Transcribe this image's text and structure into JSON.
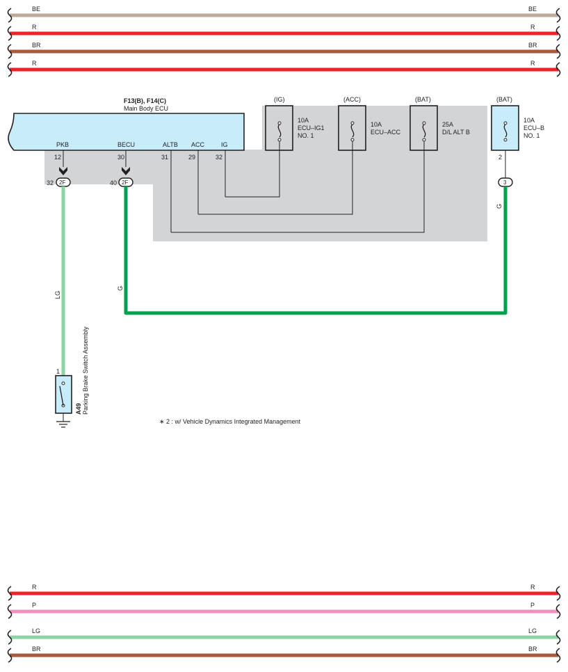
{
  "colors": {
    "BE": "#bfa998",
    "R": "#ee2229",
    "BR": "#a95a3b",
    "P": "#f090bd",
    "LG": "#8dd3a6",
    "G": "#00a14e",
    "ecu_fill": "#c9ecfb",
    "shade": "#d3d4d6",
    "outline": "#231f20"
  },
  "top_buses": [
    {
      "code": "BE"
    },
    {
      "code": "R"
    },
    {
      "code": "BR"
    },
    {
      "code": "R"
    }
  ],
  "bottom_buses": [
    {
      "code": "R"
    },
    {
      "code": "P"
    },
    {
      "code": "LG"
    },
    {
      "code": "BR"
    }
  ],
  "ecu": {
    "connector": "F13(B), F14(C)",
    "name": "Main Body ECU",
    "pins": [
      {
        "label": "PKB",
        "num": "12"
      },
      {
        "label": "BECU",
        "num": "30"
      },
      {
        "label": "ALTB",
        "num": "31"
      },
      {
        "label": "ACC",
        "num": "29"
      },
      {
        "label": "IG",
        "num": "32"
      }
    ]
  },
  "junctions": [
    {
      "pin": "32",
      "id": "2F"
    },
    {
      "pin": "40",
      "id": "2F"
    },
    {
      "pin": "",
      "id": "3"
    }
  ],
  "fuses": [
    {
      "supply": "(IG)",
      "rating": "10A",
      "name1": "ECU–IG1",
      "name2": "NO. 1"
    },
    {
      "supply": "(ACC)",
      "rating": "10A",
      "name1": "ECU–ACC",
      "name2": ""
    },
    {
      "supply": "(BAT)",
      "rating": "25A",
      "name1": "D/L ALT B",
      "name2": ""
    },
    {
      "supply": "(BAT)",
      "rating": "10A",
      "name1": "ECU–B",
      "name2": "NO. 1",
      "pin": "2"
    }
  ],
  "wires": {
    "pkb": "LG",
    "becu_left": "G",
    "becu_right": "G"
  },
  "switch": {
    "id": "A49",
    "name": "Parking Brake Switch Assembly",
    "pin": "1"
  },
  "note": "∗ 2 : w/ Vehicle Dynamics Integrated Management"
}
